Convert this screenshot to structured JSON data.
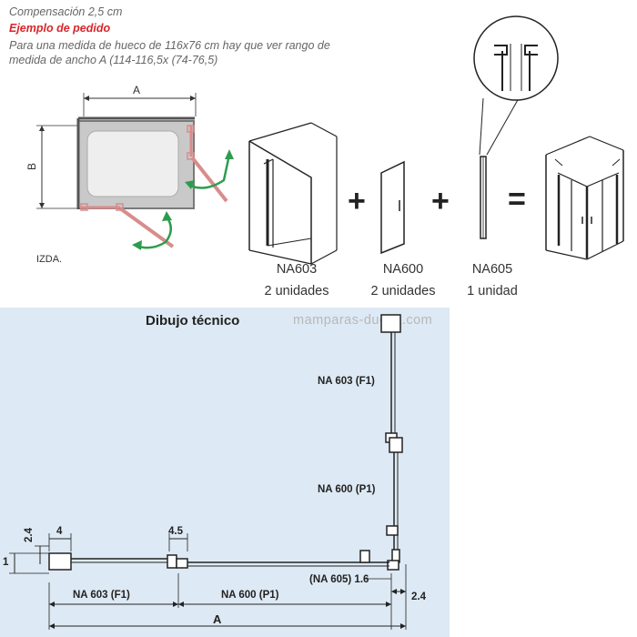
{
  "order_note": {
    "compensation": "Compensación 2,5 cm",
    "example_title": "Ejemplo de pedido",
    "example_text": "Para una medida de hueco de 116x76 cm hay que ver rango de medida de ancho A (114-116,5x (74-76,5)"
  },
  "plan": {
    "dim_a": "A",
    "dim_b": "B",
    "side": "IZDA."
  },
  "order_items": [
    {
      "code": "NA603",
      "qty": "2 unidades"
    },
    {
      "code": "NA600",
      "qty": "2 unidades"
    },
    {
      "code": "NA605",
      "qty": "1 unidad"
    }
  ],
  "operators": {
    "plus": "+",
    "equals": "="
  },
  "technical": {
    "title": "Dibujo técnico",
    "watermark": "mamparas-ducha.com",
    "parts": {
      "f1_right": "NA 603 (F1)",
      "p1_right": "NA 600 (P1)",
      "f1_bottom": "NA 603 (F1)",
      "p1_bottom": "NA 600 (P1)",
      "na605": "(NA 605) 1.6"
    },
    "dims": {
      "d24_left": "2.4",
      "d4": "4",
      "d45": "4.5",
      "d1": "1",
      "d24_right": "2.4",
      "a": "A"
    }
  },
  "colors": {
    "accent_red": "#d7262b",
    "arrow_green": "#2e9c4e",
    "hinge_pink": "#d98c8c",
    "tech_bg": "#dde9f4"
  }
}
